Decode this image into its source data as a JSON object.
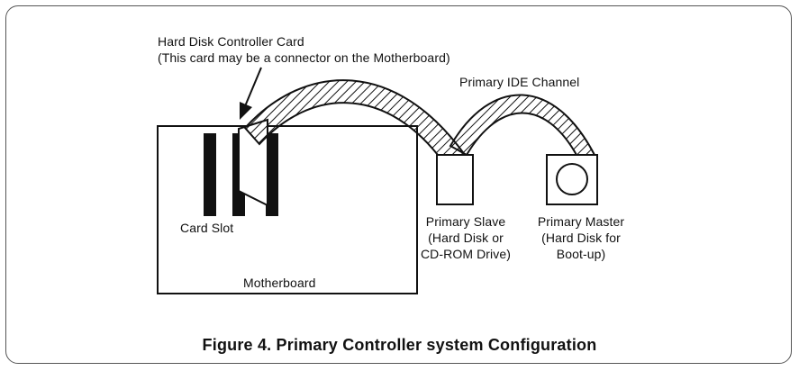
{
  "labels": {
    "controller_card_title": "Hard Disk Controller Card",
    "controller_card_note": "(This card may be a connector on the Motherboard)",
    "channel": "Primary IDE Channel",
    "card_slot": "Card Slot",
    "motherboard": "Motherboard",
    "slave_title": "Primary Slave",
    "slave_line1": "(Hard Disk or",
    "slave_line2": "CD-ROM Drive)",
    "master_title": "Primary Master",
    "master_line1": "(Hard Disk for",
    "master_line2": "Boot-up)"
  },
  "caption": "Figure 4. Primary Controller system Configuration"
}
